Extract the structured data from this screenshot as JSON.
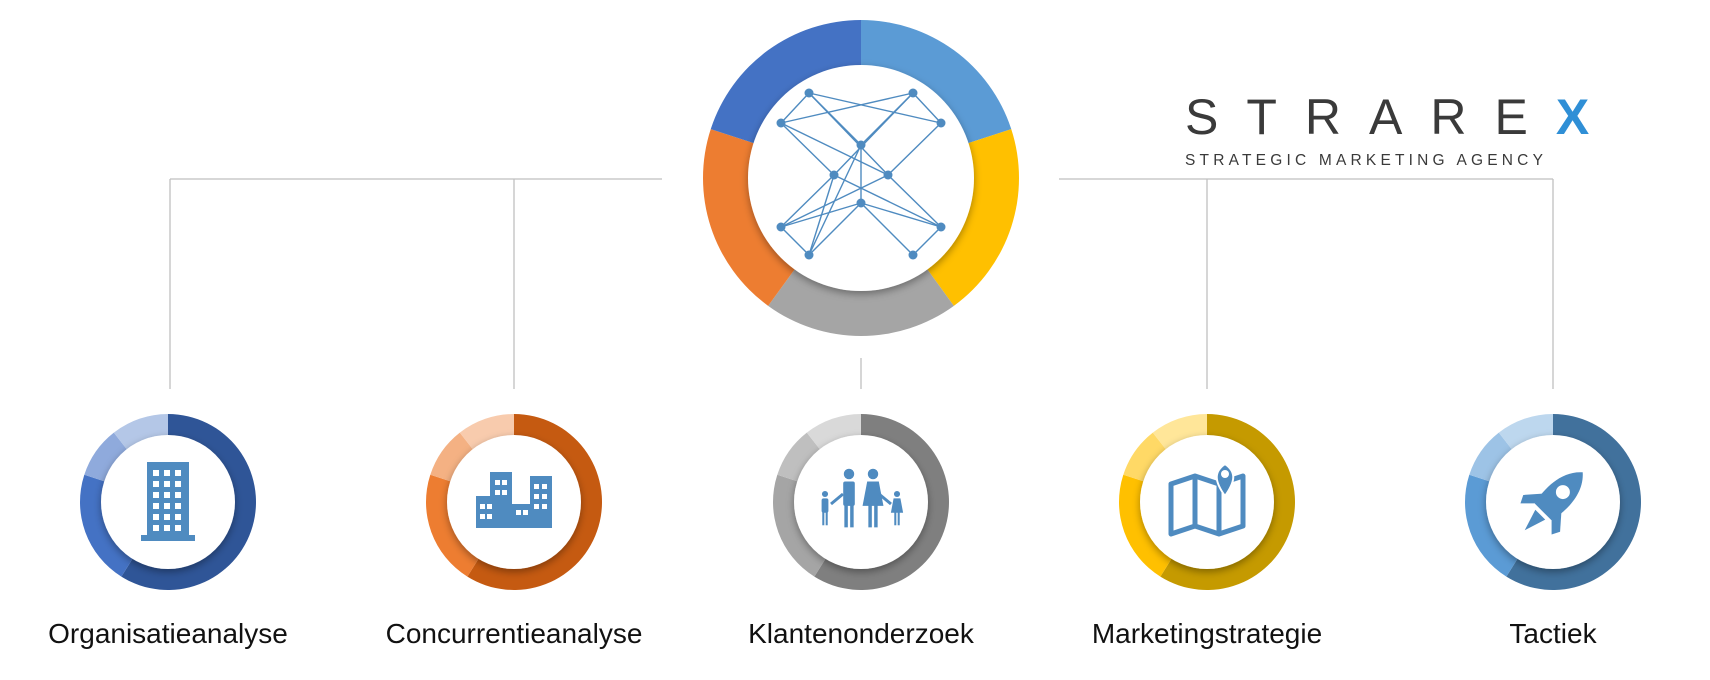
{
  "brand": {
    "name_main": "STRARE",
    "name_accent": "X",
    "tagline": "STRATEGIC MARKETING AGENCY",
    "accent_color": "#2f8fd6"
  },
  "hub": {
    "icon": "network-x-icon",
    "ring_colors": [
      "#5b9bd5",
      "#ffc000",
      "#a5a5a5",
      "#ed7d31",
      "#4472c4"
    ]
  },
  "nodes": [
    {
      "label": "Organisatieanalyse",
      "icon": "office-building-icon",
      "colors": {
        "main": "#2f5597",
        "light1": "#8faadc",
        "light2": "#b4c7e7",
        "start": "#4472c4"
      }
    },
    {
      "label": "Concurrentieanalyse",
      "icon": "city-buildings-icon",
      "colors": {
        "main": "#c55a11",
        "light1": "#f4b183",
        "light2": "#f8cbad",
        "start": "#ed7d31"
      }
    },
    {
      "label": "Klantenonderzoek",
      "icon": "family-icon",
      "colors": {
        "main": "#7f7f7f",
        "light1": "#bfbfbf",
        "light2": "#d9d9d9",
        "start": "#a5a5a5"
      }
    },
    {
      "label": "Marketingstrategie",
      "icon": "map-pin-icon",
      "colors": {
        "main": "#c59a00",
        "light1": "#ffd966",
        "light2": "#ffe699",
        "start": "#ffc000"
      }
    },
    {
      "label": "Tactiek",
      "icon": "rocket-icon",
      "colors": {
        "main": "#41719c",
        "light1": "#9dc3e6",
        "light2": "#bdd7ee",
        "start": "#5b9bd5"
      }
    }
  ],
  "icon_color": "#4f8bc0",
  "connector_color": "#bfbfbf"
}
